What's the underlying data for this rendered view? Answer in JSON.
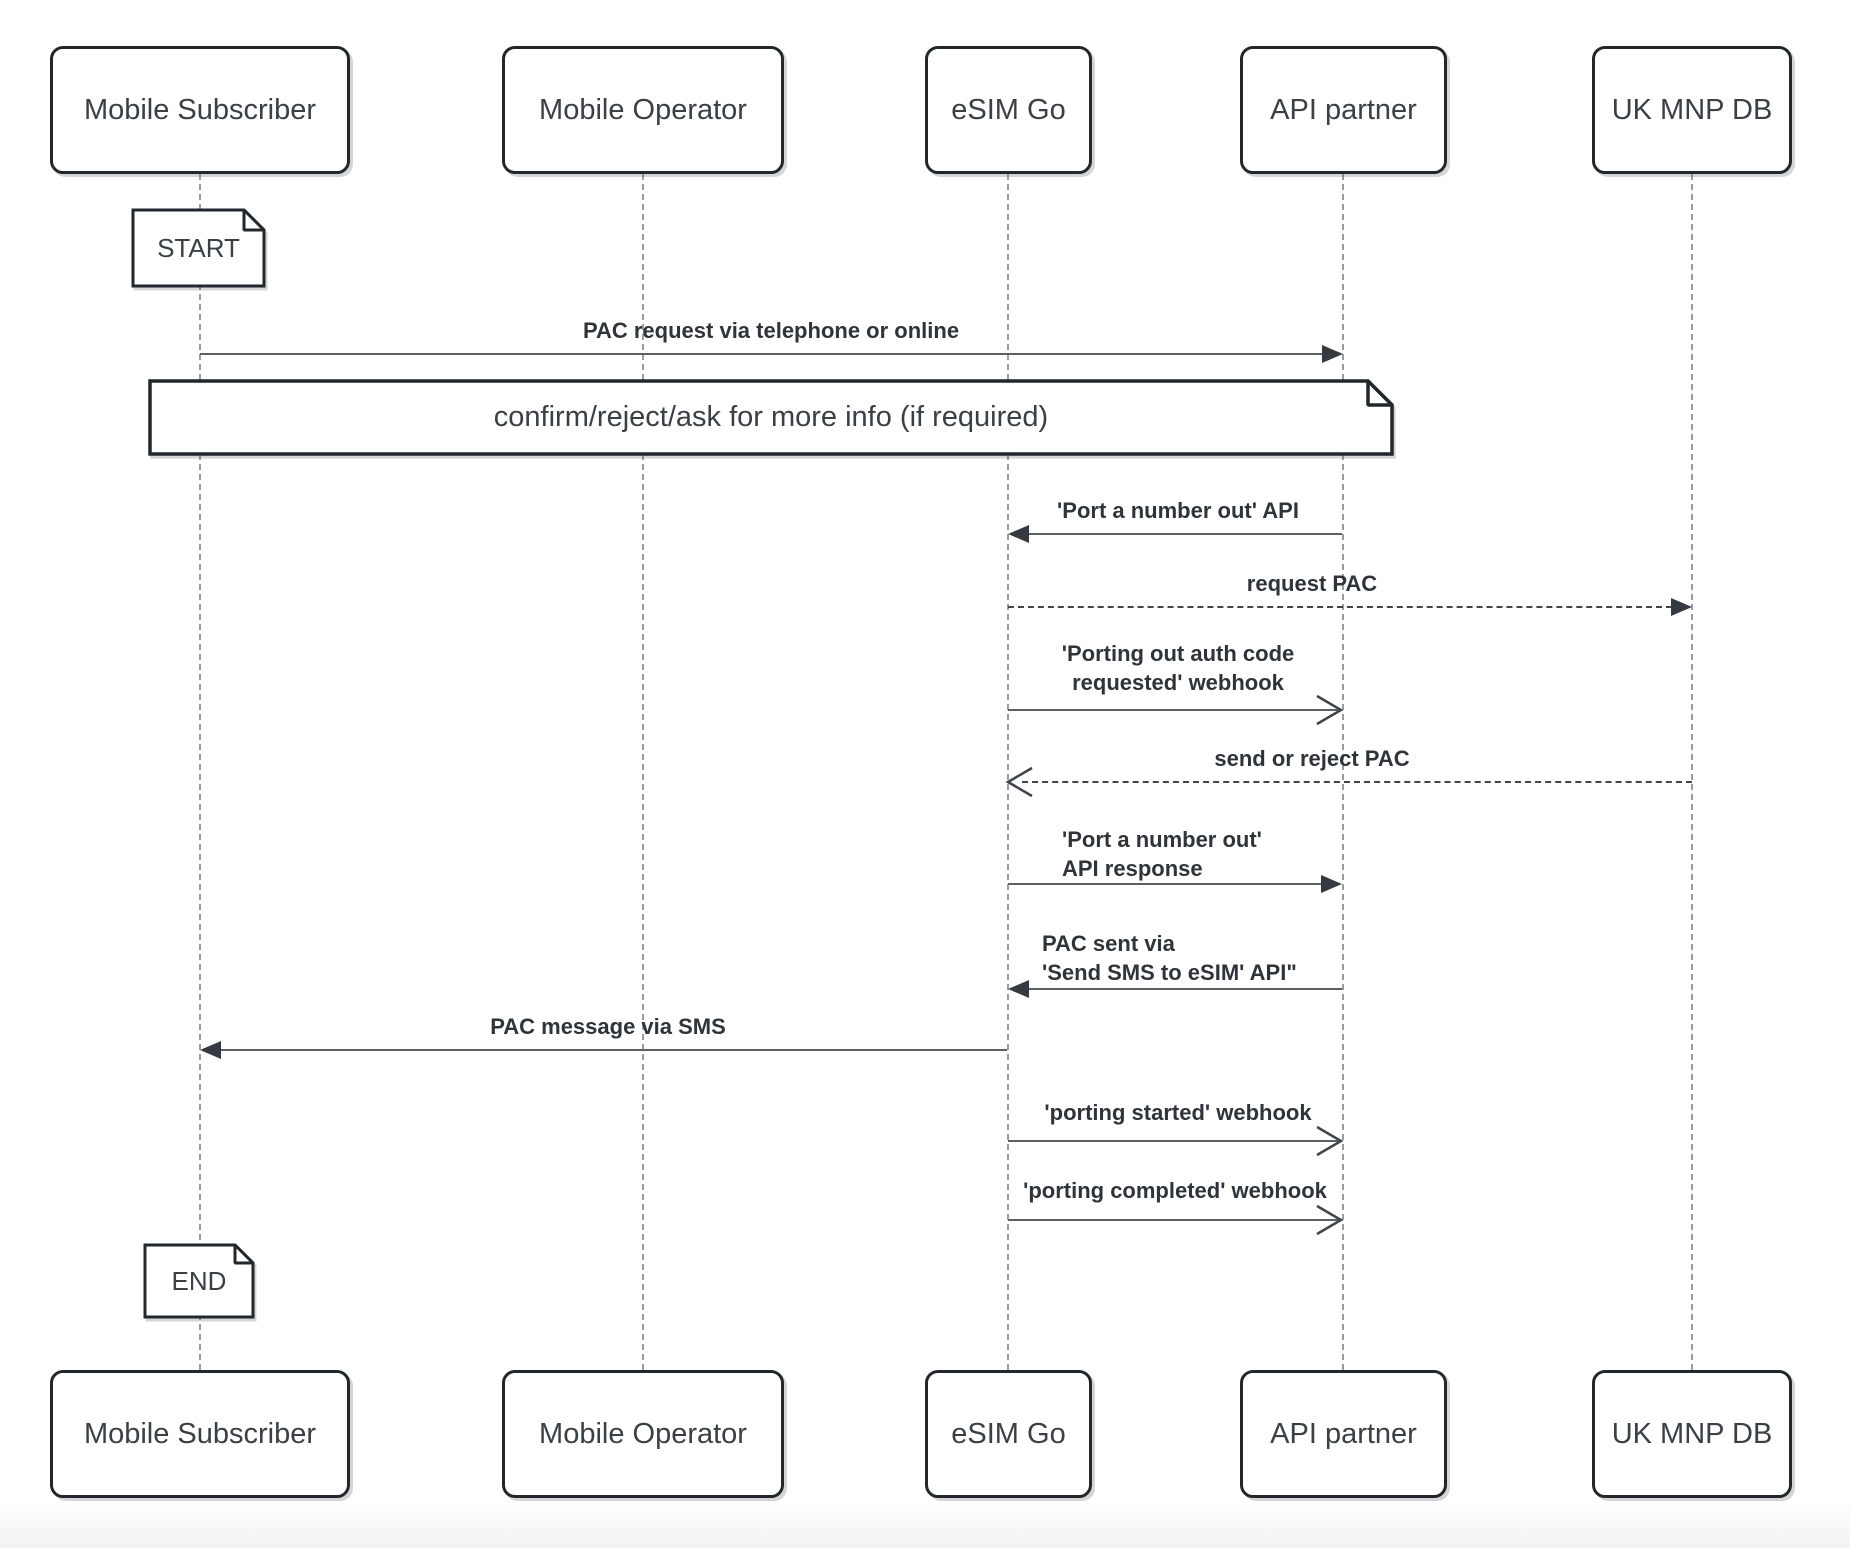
{
  "diagram": {
    "type": "sequence-diagram",
    "actors": [
      {
        "label": "Mobile Subscriber"
      },
      {
        "label": "Mobile Operator"
      },
      {
        "label": "eSIM Go"
      },
      {
        "label": "API partner"
      },
      {
        "label": "UK MNP DB"
      }
    ],
    "notes": {
      "start": "START",
      "end": "END",
      "banner": "confirm/reject/ask for more info (if required)"
    },
    "messages": [
      {
        "label": "PAC request via telephone or online",
        "from": "Mobile Subscriber",
        "to": "API partner",
        "line": "solid",
        "head": "filled"
      },
      {
        "label": "'Port a number out' API",
        "from": "API partner",
        "to": "eSIM Go",
        "line": "solid",
        "head": "filled"
      },
      {
        "label": "request PAC",
        "from": "eSIM Go",
        "to": "UK MNP DB",
        "line": "dashed",
        "head": "filled"
      },
      {
        "lines": [
          "'Porting out auth code",
          "requested' webhook"
        ],
        "from": "eSIM Go",
        "to": "API partner",
        "line": "solid",
        "head": "open"
      },
      {
        "label": "send or reject PAC",
        "from": "UK MNP DB",
        "to": "eSIM Go",
        "line": "dashed",
        "head": "open"
      },
      {
        "lines": [
          "'Port a number out'",
          "API response"
        ],
        "from": "eSIM Go",
        "to": "API partner",
        "line": "solid",
        "head": "filled"
      },
      {
        "lines": [
          "PAC sent via",
          "'Send SMS to eSIM' API\""
        ],
        "from": "API partner",
        "to": "eSIM Go",
        "line": "solid",
        "head": "filled"
      },
      {
        "label": "PAC message via SMS",
        "from": "eSIM Go",
        "to": "Mobile Subscriber",
        "line": "solid",
        "head": "filled"
      },
      {
        "label": "'porting started' webhook",
        "from": "eSIM Go",
        "to": "API partner",
        "line": "solid",
        "head": "open"
      },
      {
        "label": "'porting completed' webhook",
        "from": "eSIM Go",
        "to": "API partner",
        "line": "solid",
        "head": "open"
      }
    ],
    "colors": {
      "background": "#ffffff",
      "box_border": "#22272c",
      "actor_text": "#3a4045",
      "message_text": "#2e3439",
      "lifeline": "#979da3",
      "arrow_shaft": "#5b6065",
      "arrowhead": "#343a40"
    }
  }
}
